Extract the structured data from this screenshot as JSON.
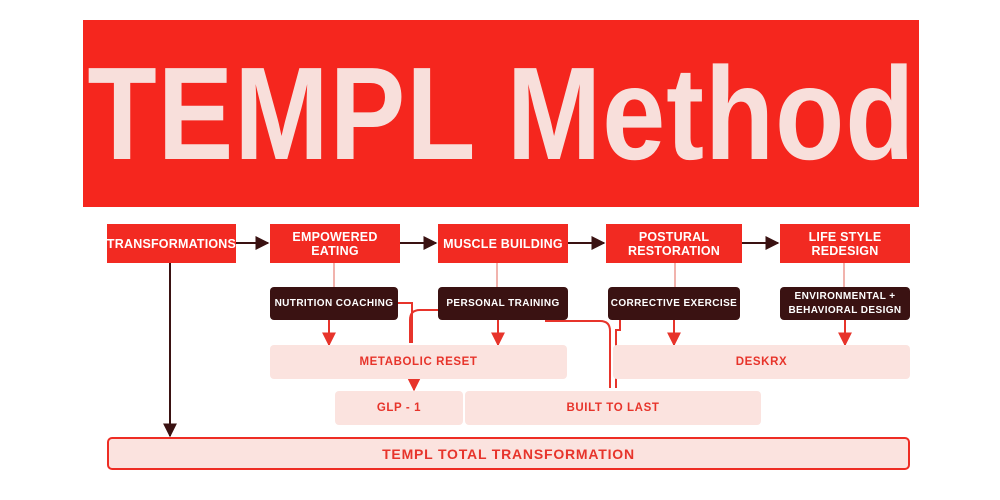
{
  "header": {
    "title": "TEMPL Method"
  },
  "pillars": [
    {
      "label": "TRANSFORMATIONS"
    },
    {
      "label": "EMPOWERED EATING"
    },
    {
      "label": "MUSCLE BUILDING"
    },
    {
      "label": "POSTURAL RESTORATION"
    },
    {
      "label": "LIFE STYLE REDESIGN"
    }
  ],
  "methods": [
    {
      "label": "NUTRITION COACHING"
    },
    {
      "label": "PERSONAL TRAINING"
    },
    {
      "label": "CORRECTIVE EXERCISE"
    },
    {
      "label": "ENVIRONMENTAL +\nBEHAVIORAL DESIGN"
    }
  ],
  "programs": [
    {
      "label": "METABOLIC RESET"
    },
    {
      "label": "DESKRX"
    },
    {
      "label": "GLP - 1"
    },
    {
      "label": "BUILT TO LAST"
    }
  ],
  "outcome": {
    "label": "TEMPL TOTAL TRANSFORMATION"
  },
  "colors": {
    "banner": "#f5261e",
    "banner_text": "#f8dfdb",
    "pillar": "#f22a22",
    "method": "#3a1212",
    "program_fill": "#fbe3df",
    "accent_line": "#e7342b",
    "dark_line": "#3a1212"
  }
}
